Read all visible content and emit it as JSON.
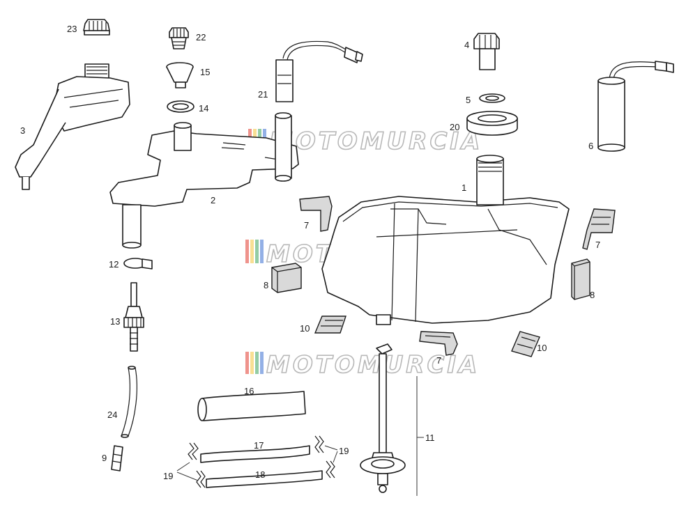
{
  "diagram": {
    "labels": {
      "p1": "1",
      "p2": "2",
      "p3": "3",
      "p4": "4",
      "p5": "5",
      "p6": "6",
      "p7a": "7",
      "p7b": "7",
      "p7c": "7",
      "p8a": "8",
      "p8b": "8",
      "p9": "9",
      "p10a": "10",
      "p10b": "10",
      "p11": "11",
      "p12": "12",
      "p13": "13",
      "p14": "14",
      "p15": "15",
      "p16": "16",
      "p17": "17",
      "p18": "18",
      "p19a": "19",
      "p19b": "19",
      "p20": "20",
      "p21": "21",
      "p22": "22",
      "p23": "23",
      "p24": "24"
    },
    "watermark": "MOTOMURCIA",
    "watermark_colors": [
      "#e23b2e",
      "#f2c43a",
      "#3aa35a",
      "#3b6fd1",
      "#999999"
    ]
  }
}
